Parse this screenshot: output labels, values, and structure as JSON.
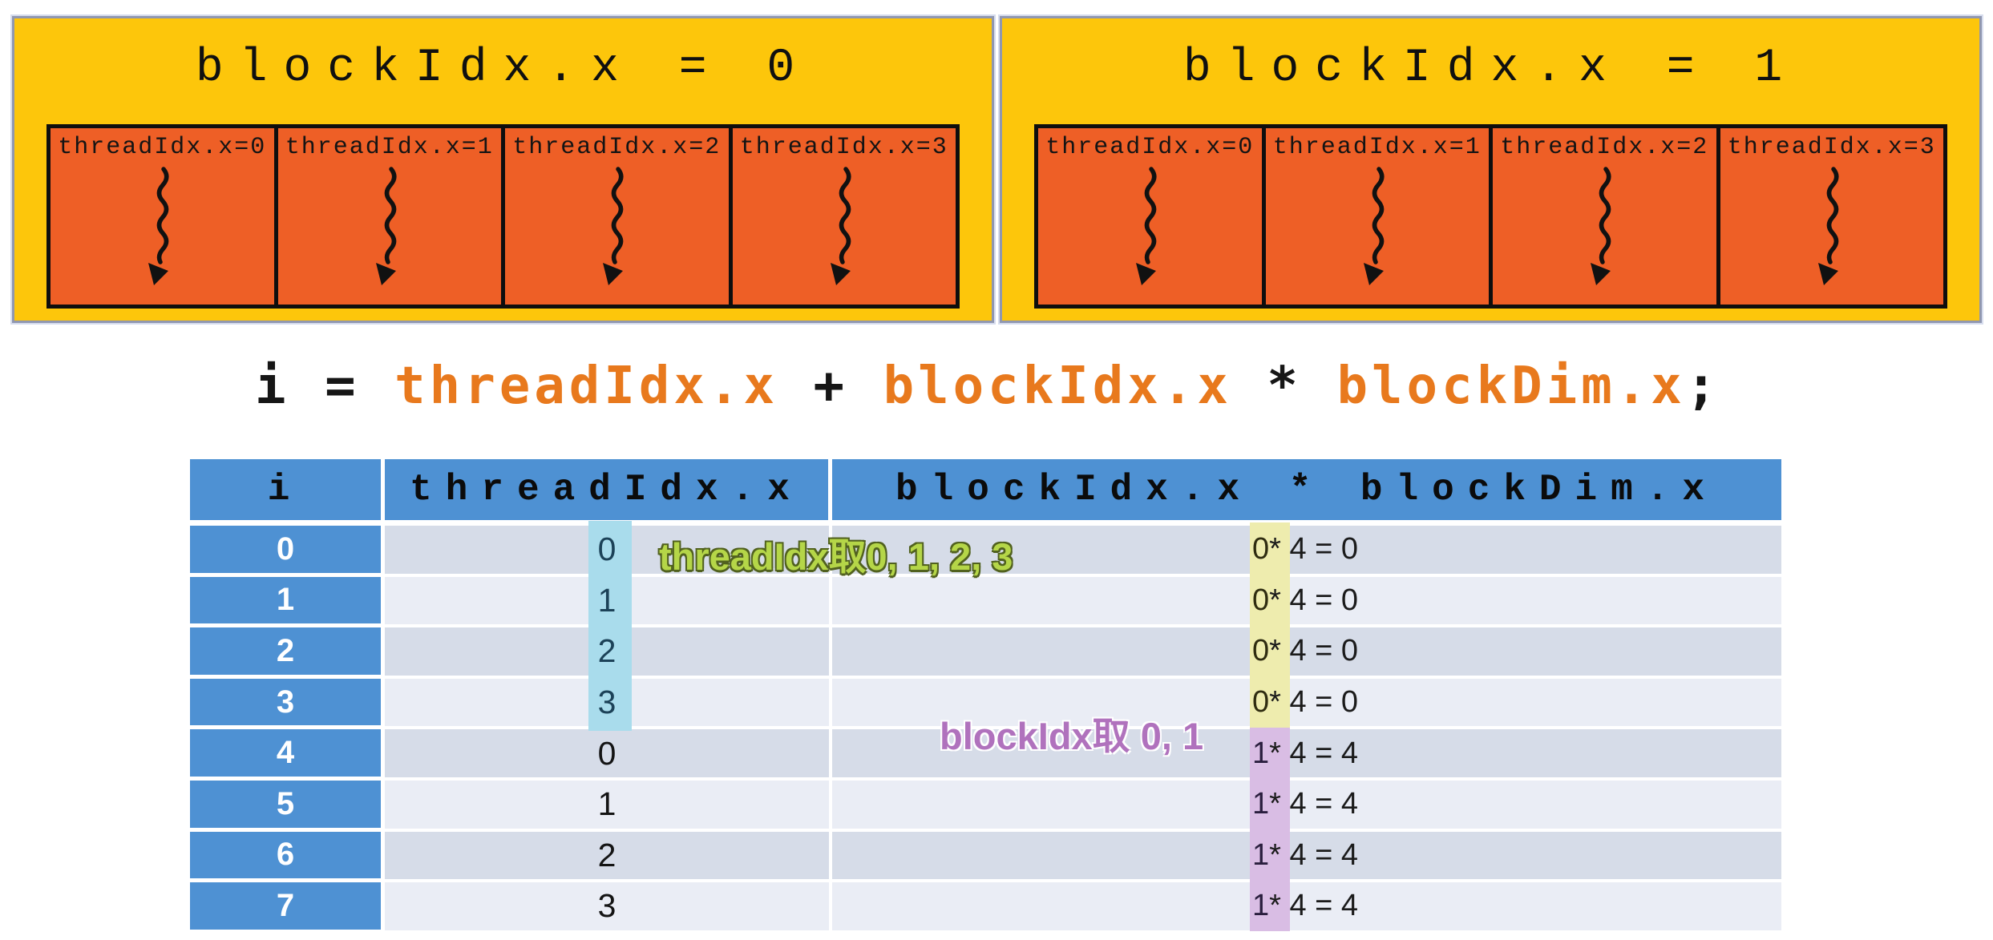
{
  "blocks": [
    {
      "title": "blockIdx.x = 0",
      "threads": [
        "threadIdx.x=0",
        "threadIdx.x=1",
        "threadIdx.x=2",
        "threadIdx.x=3"
      ]
    },
    {
      "title": "blockIdx.x = 1",
      "threads": [
        "threadIdx.x=0",
        "threadIdx.x=1",
        "threadIdx.x=2",
        "threadIdx.x=3"
      ]
    }
  ],
  "formula": {
    "parts": [
      {
        "text": "i = "
      },
      {
        "text": "threadIdx.x"
      },
      {
        "text": " + "
      },
      {
        "text": "blockIdx.x"
      },
      {
        "text": " * "
      },
      {
        "text": "blockDim.x"
      },
      {
        "text": ";"
      }
    ]
  },
  "table": {
    "headers": [
      "i",
      "threadIdx.x",
      "blockIdx.x * blockDim.x"
    ],
    "rows": [
      {
        "i": "0",
        "thread": "0",
        "factor": "0",
        "rest": " * 4 = 0"
      },
      {
        "i": "1",
        "thread": "1",
        "factor": "0",
        "rest": " * 4 = 0"
      },
      {
        "i": "2",
        "thread": "2",
        "factor": "0",
        "rest": " * 4 = 0"
      },
      {
        "i": "3",
        "thread": "3",
        "factor": "0",
        "rest": " * 4 = 0"
      },
      {
        "i": "4",
        "thread": "0",
        "factor": "1",
        "rest": " * 4 = 4"
      },
      {
        "i": "5",
        "thread": "1",
        "factor": "1",
        "rest": " * 4 = 4"
      },
      {
        "i": "6",
        "thread": "2",
        "factor": "1",
        "rest": " * 4 = 4"
      },
      {
        "i": "7",
        "thread": "3",
        "factor": "1",
        "rest": " * 4 = 4"
      }
    ]
  },
  "annotations": {
    "thread_note": "threadIdx取0, 1, 2, 3",
    "block_note": "blockIdx取 0, 1"
  },
  "colors": {
    "block-yellow": "#fdc60b",
    "cell-orange": "#ee5f26",
    "code-orange": "#e8791d",
    "table-blue": "#4e91d3",
    "row-even": "#d6dce8",
    "row-odd": "#eaedf5",
    "hl-cyan": "#a9dcec",
    "hl-yellow": "#eeecae",
    "hl-purple": "#d9bde4",
    "note-green": "#b5d648",
    "note-purple": "#b072bd"
  }
}
